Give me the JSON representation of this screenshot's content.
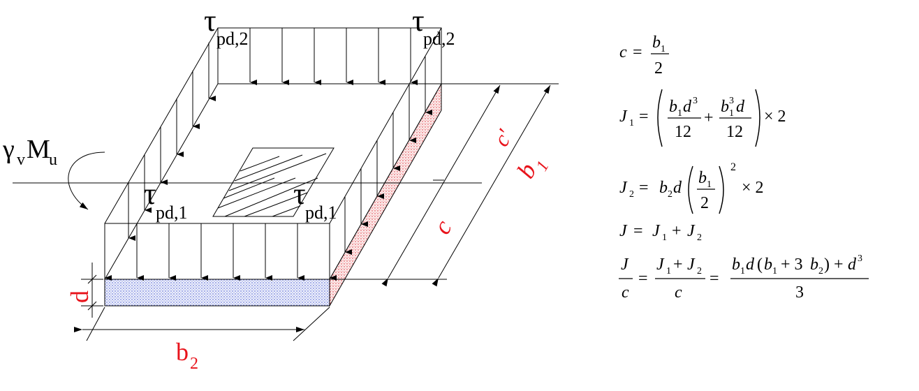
{
  "diagram": {
    "loads": {
      "tau_symbol": "τ",
      "tau_pd2_sub": "pd,2",
      "tau_pd1_sub": "pd,1"
    },
    "moment": {
      "gamma": "γ",
      "gamma_sub": "v",
      "M": "M",
      "M_sub": "u"
    },
    "dimensions": {
      "d": "d",
      "b2": "b",
      "b2_sub": "2",
      "b1": "b",
      "b1_sub": "1",
      "c": "c",
      "c_prime": "c'"
    },
    "colors": {
      "dimension_labels": "#e8131b",
      "edge_fill_front": "#3b4fd0",
      "edge_fill_side": "#e0303a"
    }
  },
  "formulas": {
    "f1": {
      "lhs": "c",
      "eq": "=",
      "num": "b",
      "num_sub": "1",
      "den": "2"
    },
    "f2": {
      "lhs": "J",
      "lhs_sub": "1",
      "eq": "=",
      "t1_num_b": "b",
      "t1_num_sub": "1",
      "t1_num_d": "d",
      "t1_num_exp": "3",
      "t1_den": "12",
      "plus": "+",
      "t2_num_b": "b",
      "t2_num_exp": "3",
      "t2_num_sub": "1",
      "t2_num_d": "d",
      "t2_den": "12",
      "times": "× 2"
    },
    "f3": {
      "lhs": "J",
      "lhs_sub": "2",
      "eq": "=",
      "b": "b",
      "b_sub": "2",
      "d": "d",
      "num": "b",
      "num_sub": "1",
      "den": "2",
      "exp": "2",
      "times": "× 2"
    },
    "f4": {
      "lhs": "J",
      "eq": "=",
      "a": "J",
      "a_sub": "1",
      "plus": "+",
      "b": "J",
      "b_sub": "2"
    },
    "f5": {
      "l_num": "J",
      "l_den": "c",
      "eq1": "=",
      "m_num_a": "J",
      "m_num_a_sub": "1",
      "m_num_plus": "+",
      "m_num_b": "J",
      "m_num_b_sub": "2",
      "m_den": "c",
      "eq2": "=",
      "r_num_b": "b",
      "r_num_b_sub": "1",
      "r_num_d": "d",
      "r_num_open": "(",
      "r_num_b1": "b",
      "r_num_b1_sub": "1",
      "r_num_plus": "+ 3",
      "r_num_b2": "b",
      "r_num_b2_sub": "2",
      "r_num_close": ")",
      "r_num_plus2": "+",
      "r_num_d2": "d",
      "r_num_exp": "3",
      "r_den": "3"
    }
  }
}
